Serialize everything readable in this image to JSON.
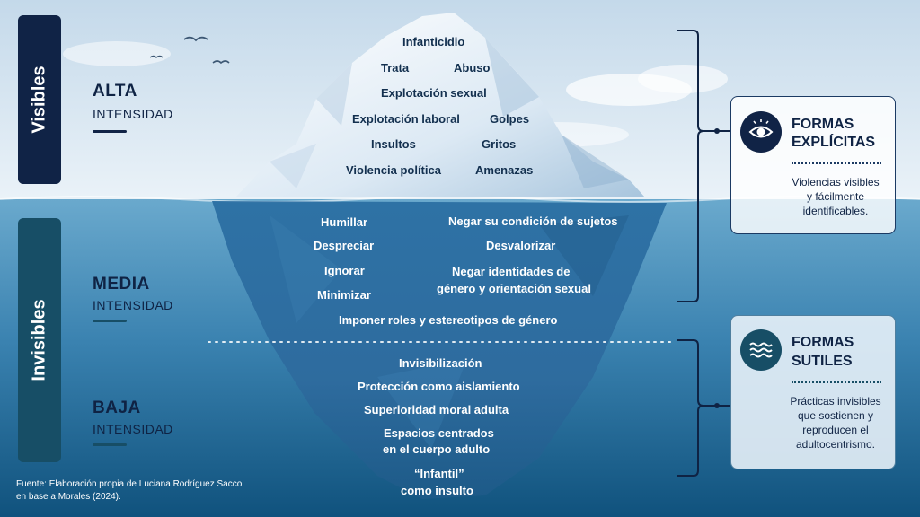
{
  "side_tabs": {
    "top": "Visibles",
    "bottom": "Invisibles"
  },
  "levels": [
    {
      "title": "ALTA",
      "subtitle": "INTENSIDAD"
    },
    {
      "title": "MEDIA",
      "subtitle": "INTENSIDAD"
    },
    {
      "title": "BAJA",
      "subtitle": "INTENSIDAD"
    }
  ],
  "tip_items": {
    "infanticidio": "Infanticidio",
    "trata": "Trata",
    "abuso": "Abuso",
    "explotacion_sexual": "Explotación sexual",
    "explotacion_laboral": "Explotación laboral",
    "golpes": "Golpes",
    "insultos": "Insultos",
    "gritos": "Gritos",
    "violencia_politica": "Violencia política",
    "amenazas": "Amenazas"
  },
  "middle_items": {
    "humillar": "Humillar",
    "despreciar": "Despreciar",
    "ignorar": "Ignorar",
    "minimizar": "Minimizar",
    "negar_condicion": "Negar su condición de sujetos",
    "desvalorizar": "Desvalorizar",
    "negar_identidades_1": "Negar identidades de",
    "negar_identidades_2": "género y orientación sexual",
    "imponer_roles": "Imponer roles y estereotipos de género"
  },
  "bottom_items": {
    "invisibilizacion": "Invisibilización",
    "proteccion": "Protección como aislamiento",
    "superioridad": "Superioridad moral adulta",
    "espacios_1": "Espacios centrados",
    "espacios_2": "en el cuerpo adulto",
    "infantil_1": "“Infantil”",
    "infantil_2": "como insulto"
  },
  "cards": {
    "explicitas": {
      "icon": "eye-icon",
      "title_1": "FORMAS",
      "title_2": "EXPLÍCITAS",
      "text_1": "Violencias visibles",
      "text_2": "y fácilmente",
      "text_3": "identificables."
    },
    "sutiles": {
      "icon": "waves-icon",
      "title_1": "FORMAS",
      "title_2": "SUTILES",
      "text_1": "Prácticas invisibles",
      "text_2": "que sostienen y",
      "text_3": "reproducen el",
      "text_4": "adultocentrismo."
    }
  },
  "source": {
    "line_1": "Fuente: Elaboración propia de Luciana Rodríguez Sacco",
    "line_2": "en base a Morales (2024)."
  },
  "colors": {
    "navy": "#0f2344",
    "teal_tab": "#174e66",
    "sky_top": "#cfe0ee",
    "water_top": "#5b9fc6",
    "water_bottom": "#0f4f7a"
  }
}
